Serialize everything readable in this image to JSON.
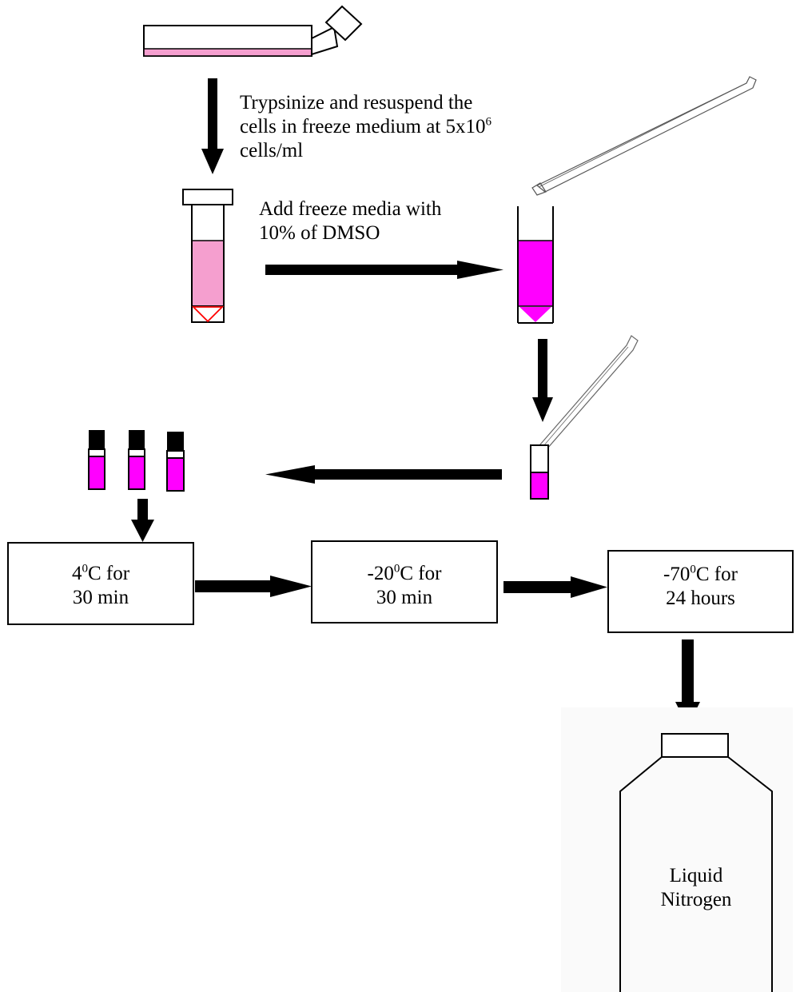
{
  "steps": {
    "trypsinize": {
      "line1": "Trypsinize and resuspend the",
      "line2": "cells in freeze medium at 5x10",
      "line2_sup": "6",
      "line3": "cells/ml"
    },
    "add_media": {
      "line1": "Add freeze media with",
      "line2": "10% of DMSO"
    },
    "box1": {
      "pre": "4",
      "sup": "0",
      "post": "C for",
      "line2": "30 min"
    },
    "box2": {
      "pre": "-20",
      "sup": "0",
      "post": "C for",
      "line2": "30 min"
    },
    "box3": {
      "pre": "-70",
      "sup": "0",
      "post": "C for",
      "line2": "24 hours"
    },
    "tank": {
      "line1": "Liquid",
      "line2": "Nitrogen"
    }
  },
  "colors": {
    "media_light": "#f59fcf",
    "media_magenta": "#ff00ff",
    "pellet_red": "#ff0000",
    "arrow": "#000000"
  }
}
